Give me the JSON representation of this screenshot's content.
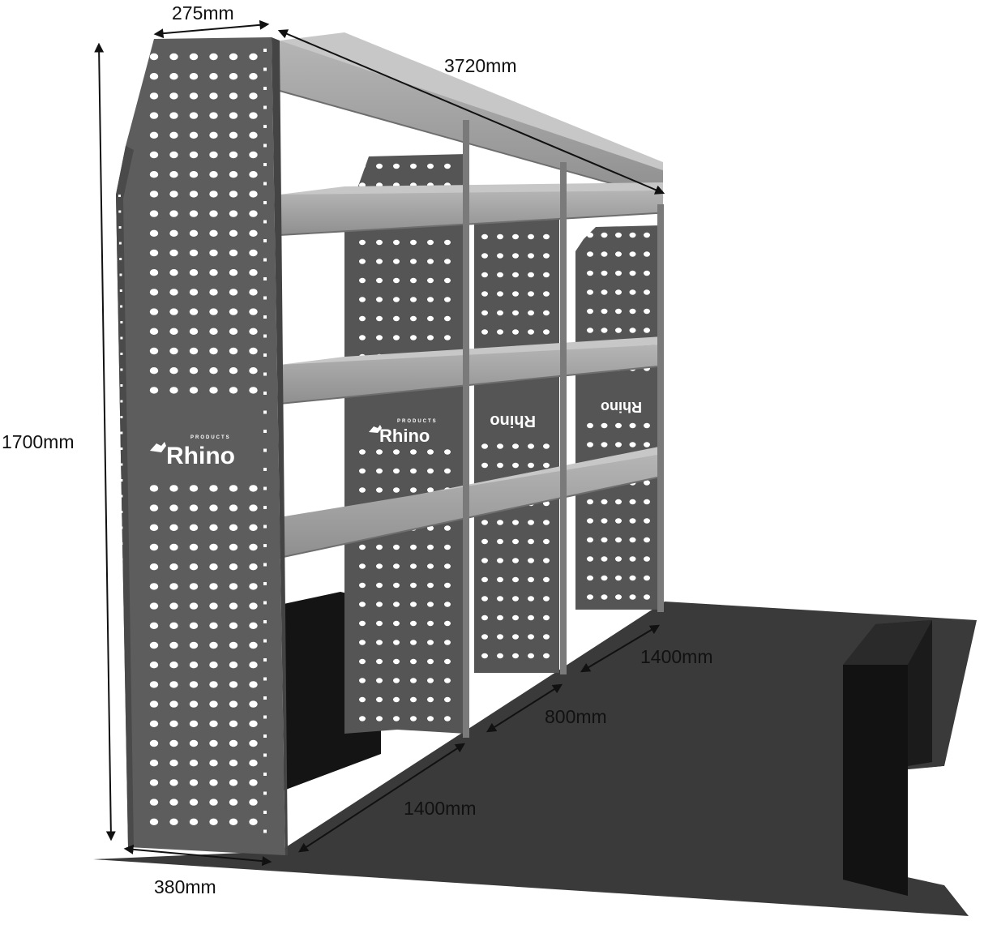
{
  "dimensions": {
    "top_depth": "275mm",
    "length": "3720mm",
    "height": "1700mm",
    "bay3_width": "1400mm",
    "bay2_width": "800mm",
    "bay1_width": "1400mm",
    "bottom_depth": "380mm"
  },
  "brand": {
    "name": "Rhino",
    "tagline": "PRODUCTS"
  },
  "colors": {
    "panel": "#5f5f5f",
    "panel_dark": "#4e4e4e",
    "shelf": "#a9a9a9",
    "shelf_dark": "#8c8c8c",
    "floor": "#3b3b3b",
    "wheel_arch": "#121212"
  }
}
